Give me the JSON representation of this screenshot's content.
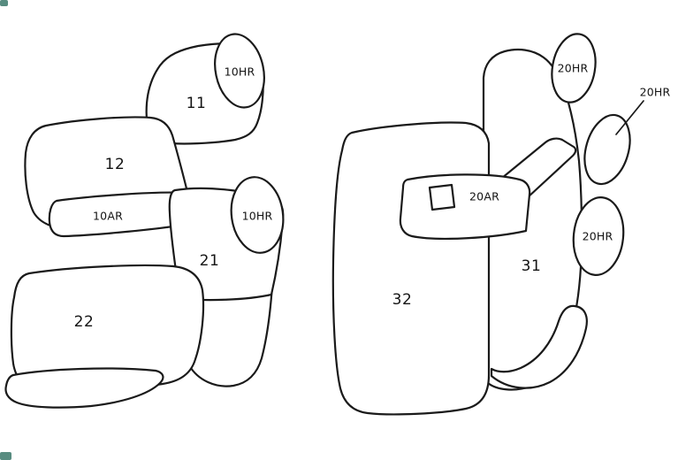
{
  "front_seats": {
    "headrest_top_label": "10HR",
    "seatback_right_label": "11",
    "seatback_left_label": "12",
    "armrest_label": "10AR",
    "headrest_lower_label": "10HR",
    "seatback_lower_label": "21",
    "cushion_label": "22"
  },
  "rear_seats": {
    "headrest_top_label": "20HR",
    "headrest_callout_label": "20HR",
    "armrest_label": "20AR",
    "seatback_label": "31",
    "seat_main_label": "32",
    "headrest_lower_label": "20HR"
  },
  "colors": {
    "ink": "#1a1a1a",
    "background": "#ffffff",
    "corner_mark": "#2e6f60"
  }
}
